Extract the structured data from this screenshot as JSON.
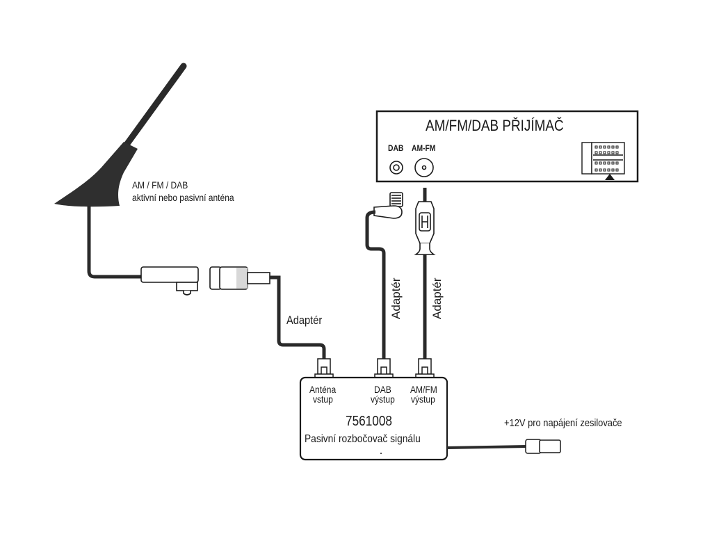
{
  "antenna": {
    "line1": "AM / FM / DAB",
    "line2": "aktivní nebo pasivní anténa"
  },
  "receiver": {
    "title": "AM/FM/DAB PŘIJÍMAČ",
    "dab_label": "DAB",
    "amfm_label": "AM-FM"
  },
  "adapters": {
    "antenna_adapter": "Adaptér",
    "dab_adapter": "Adaptér",
    "amfm_adapter": "Adaptér"
  },
  "splitter": {
    "port_antenna_line1": "Anténa",
    "port_antenna_line2": "vstup",
    "port_dab_line1": "DAB",
    "port_dab_line2": "výstup",
    "port_amfm_line1": "AM/FM",
    "port_amfm_line2": "výstup",
    "model_number": "7561008",
    "description": "Pasivní rozbočovač signálu"
  },
  "power": {
    "label": "+12V pro napájení zesilovače"
  },
  "colors": {
    "ink": "#1a1a1a",
    "cable": "#2a2a2a",
    "background": "#ffffff"
  }
}
